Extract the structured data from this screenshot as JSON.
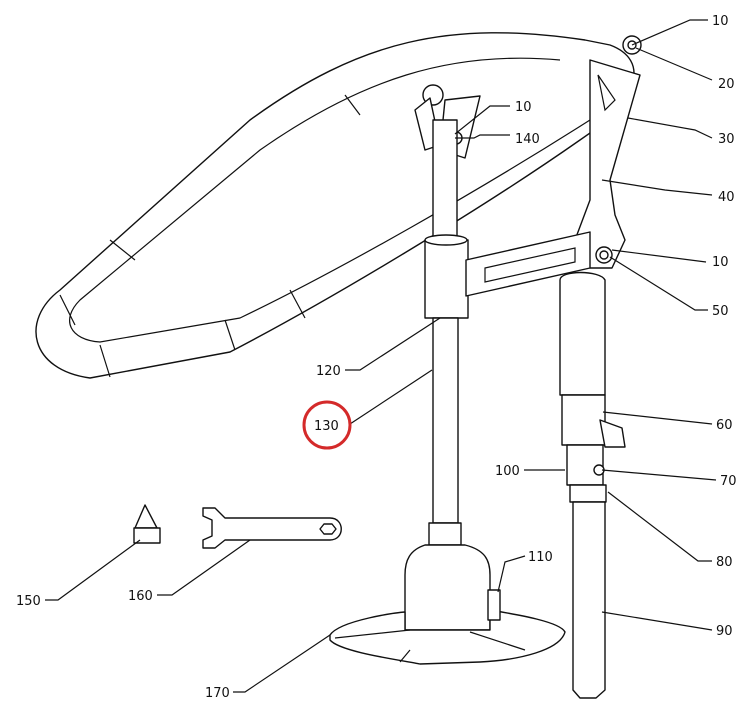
{
  "diagram": {
    "highlight_color": "#d42a2a",
    "highlighted_part": "130",
    "callouts": [
      {
        "id": "10a",
        "label": "10"
      },
      {
        "id": "20",
        "label": "20"
      },
      {
        "id": "30",
        "label": "30"
      },
      {
        "id": "40",
        "label": "40"
      },
      {
        "id": "10b",
        "label": "10"
      },
      {
        "id": "50",
        "label": "50"
      },
      {
        "id": "60",
        "label": "60"
      },
      {
        "id": "70",
        "label": "70"
      },
      {
        "id": "80",
        "label": "80"
      },
      {
        "id": "90",
        "label": "90"
      },
      {
        "id": "100",
        "label": "100"
      },
      {
        "id": "110",
        "label": "110"
      },
      {
        "id": "120",
        "label": "120"
      },
      {
        "id": "130",
        "label": "130"
      },
      {
        "id": "140",
        "label": "140"
      },
      {
        "id": "10c",
        "label": "10"
      },
      {
        "id": "150",
        "label": "150"
      },
      {
        "id": "160",
        "label": "160"
      },
      {
        "id": "170",
        "label": "170"
      }
    ]
  }
}
